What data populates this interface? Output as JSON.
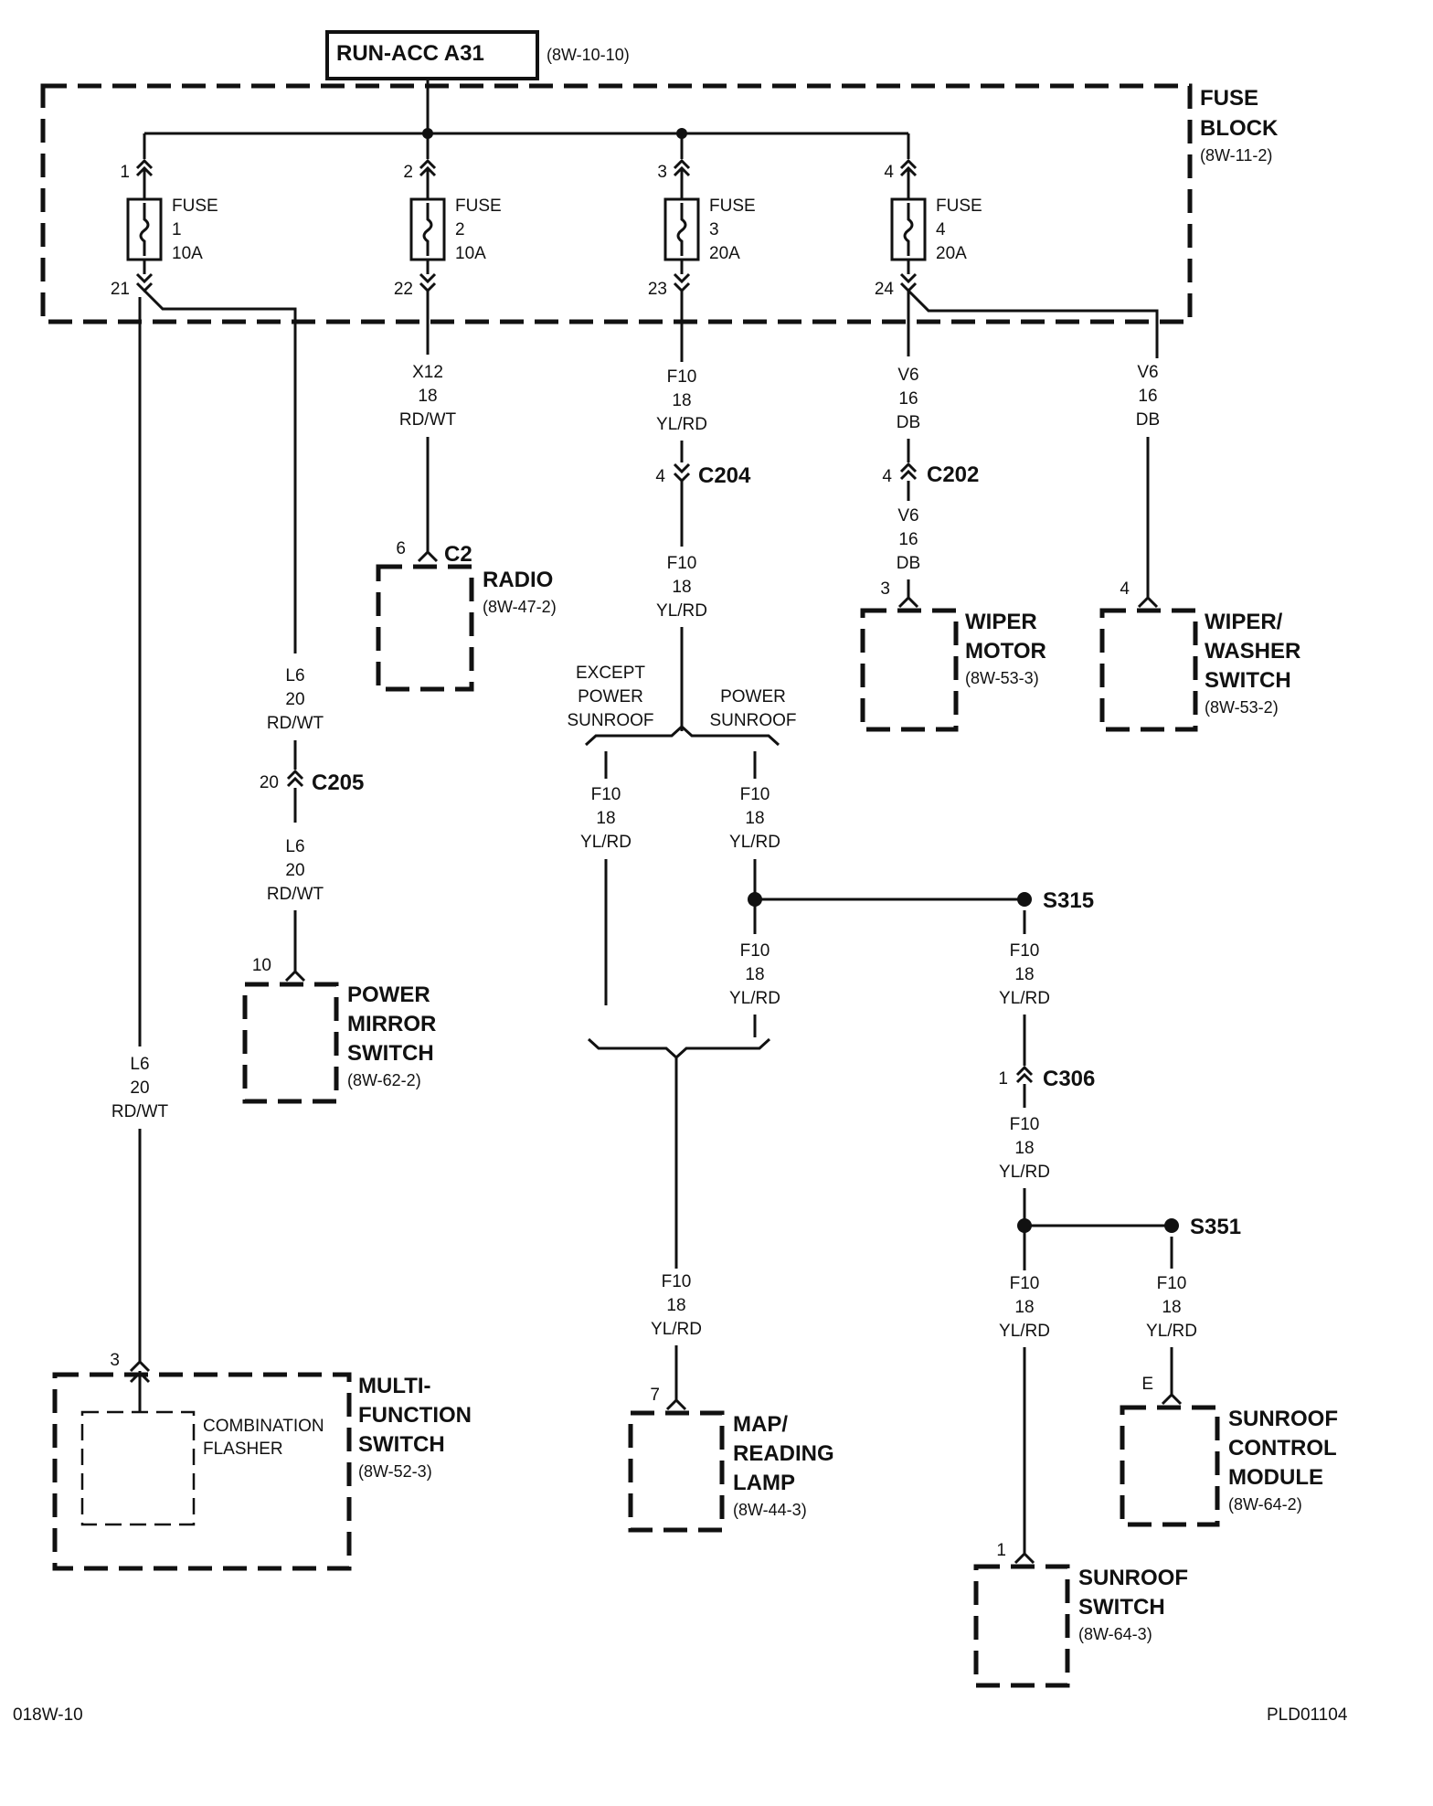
{
  "header": {
    "title": "RUN-ACC A31",
    "ref": "(8W-10-10)"
  },
  "fuse_block": {
    "label": [
      "FUSE",
      "BLOCK"
    ],
    "ref": "(8W-11-2)"
  },
  "fuses": [
    {
      "in_pin": "1",
      "out_pin": "21",
      "label": [
        "FUSE",
        "1",
        "10A"
      ]
    },
    {
      "in_pin": "2",
      "out_pin": "22",
      "label": [
        "FUSE",
        "2",
        "10A"
      ]
    },
    {
      "in_pin": "3",
      "out_pin": "23",
      "label": [
        "FUSE",
        "3",
        "20A"
      ]
    },
    {
      "in_pin": "4",
      "out_pin": "24",
      "label": [
        "FUSE",
        "4",
        "20A"
      ]
    }
  ],
  "wires": {
    "x12": [
      "X12",
      "18",
      "RD/WT"
    ],
    "l6_upper": [
      "L6",
      "20",
      "RD/WT"
    ],
    "l6_lower": [
      "L6",
      "20",
      "RD/WT"
    ],
    "l6_long": [
      "L6",
      "20",
      "RD/WT"
    ],
    "f10_a": [
      "F10",
      "18",
      "YL/RD"
    ],
    "f10_b": [
      "F10",
      "18",
      "YL/RD"
    ],
    "f10_except": [
      "F10",
      "18",
      "YL/RD"
    ],
    "f10_power": [
      "F10",
      "18",
      "YL/RD"
    ],
    "f10_power_lower": [
      "F10",
      "18",
      "YL/RD"
    ],
    "f10_map": [
      "F10",
      "18",
      "YL/RD"
    ],
    "f10_s315": [
      "F10",
      "18",
      "YL/RD"
    ],
    "f10_c306": [
      "F10",
      "18",
      "YL/RD"
    ],
    "f10_sw": [
      "F10",
      "18",
      "YL/RD"
    ],
    "f10_scm": [
      "F10",
      "18",
      "YL/RD"
    ],
    "v6_a": [
      "V6",
      "16",
      "DB"
    ],
    "v6_b": [
      "V6",
      "16",
      "DB"
    ],
    "v6_c": [
      "V6",
      "16",
      "DB"
    ]
  },
  "connectors": {
    "c204": {
      "pin": "4",
      "name": "C204"
    },
    "c202": {
      "pin": "4",
      "name": "C202"
    },
    "c205": {
      "pin": "20",
      "name": "C205"
    },
    "c306": {
      "pin": "1",
      "name": "C306"
    }
  },
  "splices": {
    "s315": "S315",
    "s351": "S351"
  },
  "options": {
    "except": [
      "EXCEPT",
      "POWER",
      "SUNROOF"
    ],
    "power": [
      "POWER",
      "SUNROOF"
    ]
  },
  "components": {
    "radio": {
      "pin": "6",
      "conn": "C2",
      "name": [
        "RADIO"
      ],
      "ref": "(8W-47-2)"
    },
    "wiper_motor": {
      "pin": "3",
      "name": [
        "WIPER",
        "MOTOR"
      ],
      "ref": "(8W-53-3)"
    },
    "wiper_switch": {
      "pin": "4",
      "name": [
        "WIPER/",
        "WASHER",
        "SWITCH"
      ],
      "ref": "(8W-53-2)"
    },
    "mirror": {
      "pin": "10",
      "name": [
        "POWER",
        "MIRROR",
        "SWITCH"
      ],
      "ref": "(8W-62-2)"
    },
    "multi": {
      "pin": "3",
      "name": [
        "MULTI-",
        "FUNCTION",
        "SWITCH"
      ],
      "ref": "(8W-52-3)",
      "inner": [
        "COMBINATION",
        "FLASHER"
      ]
    },
    "map": {
      "pin": "7",
      "name": [
        "MAP/",
        "READING",
        "LAMP"
      ],
      "ref": "(8W-44-3)"
    },
    "scm": {
      "pin": "E",
      "name": [
        "SUNROOF",
        "CONTROL",
        "MODULE"
      ],
      "ref": "(8W-64-2)"
    },
    "sunroof_switch": {
      "pin": "1",
      "name": [
        "SUNROOF",
        "SWITCH"
      ],
      "ref": "(8W-64-3)"
    }
  },
  "footer": {
    "left": "018W-10",
    "right": "PLD01104"
  }
}
